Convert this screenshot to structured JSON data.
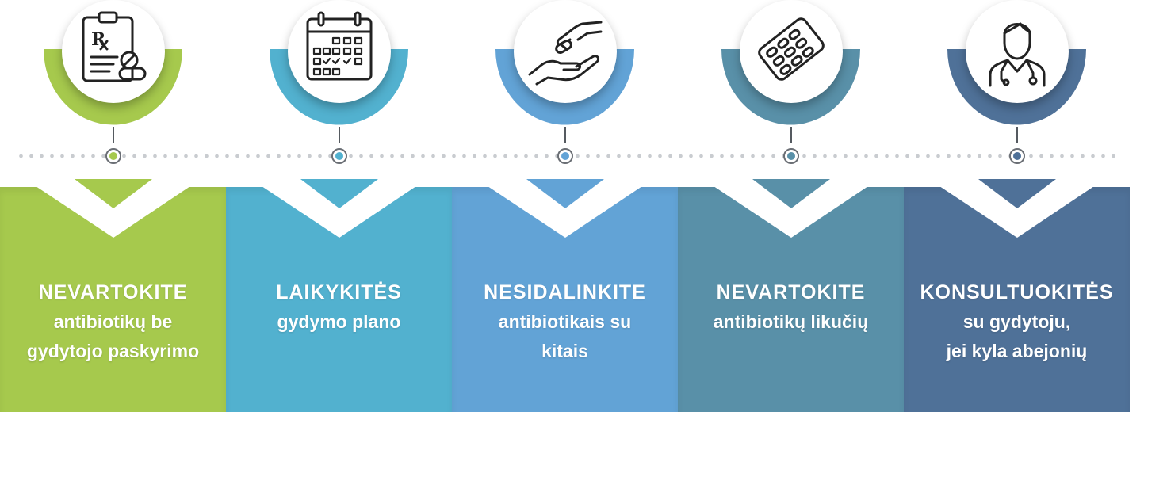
{
  "steps": [
    {
      "id": "prescription",
      "icon": "prescription-clipboard-icon",
      "color": "#a6c94d",
      "heading": "NEVARTOKITE",
      "lines": [
        "antibiotikų be",
        "gydytojo paskyrimo"
      ]
    },
    {
      "id": "plan",
      "icon": "calendar-icon",
      "color": "#52b1cf",
      "heading": "LAIKYKITĖS",
      "lines": [
        "gydymo plano"
      ]
    },
    {
      "id": "share",
      "icon": "hand-passing-pill-icon",
      "color": "#62a3d6",
      "heading": "NESIDALINKITE",
      "lines": [
        "antibiotikais su",
        "kitais"
      ]
    },
    {
      "id": "leftovers",
      "icon": "pill-blister-icon",
      "color": "#5990a8",
      "heading": "NEVARTOKITE",
      "lines": [
        "antibiotikų likučių"
      ]
    },
    {
      "id": "doctor",
      "icon": "doctor-icon",
      "color": "#4f7198",
      "heading": "KONSULTUOKITĖS",
      "lines": [
        "su gydytoju,",
        "jei kyla abejonių"
      ]
    }
  ]
}
